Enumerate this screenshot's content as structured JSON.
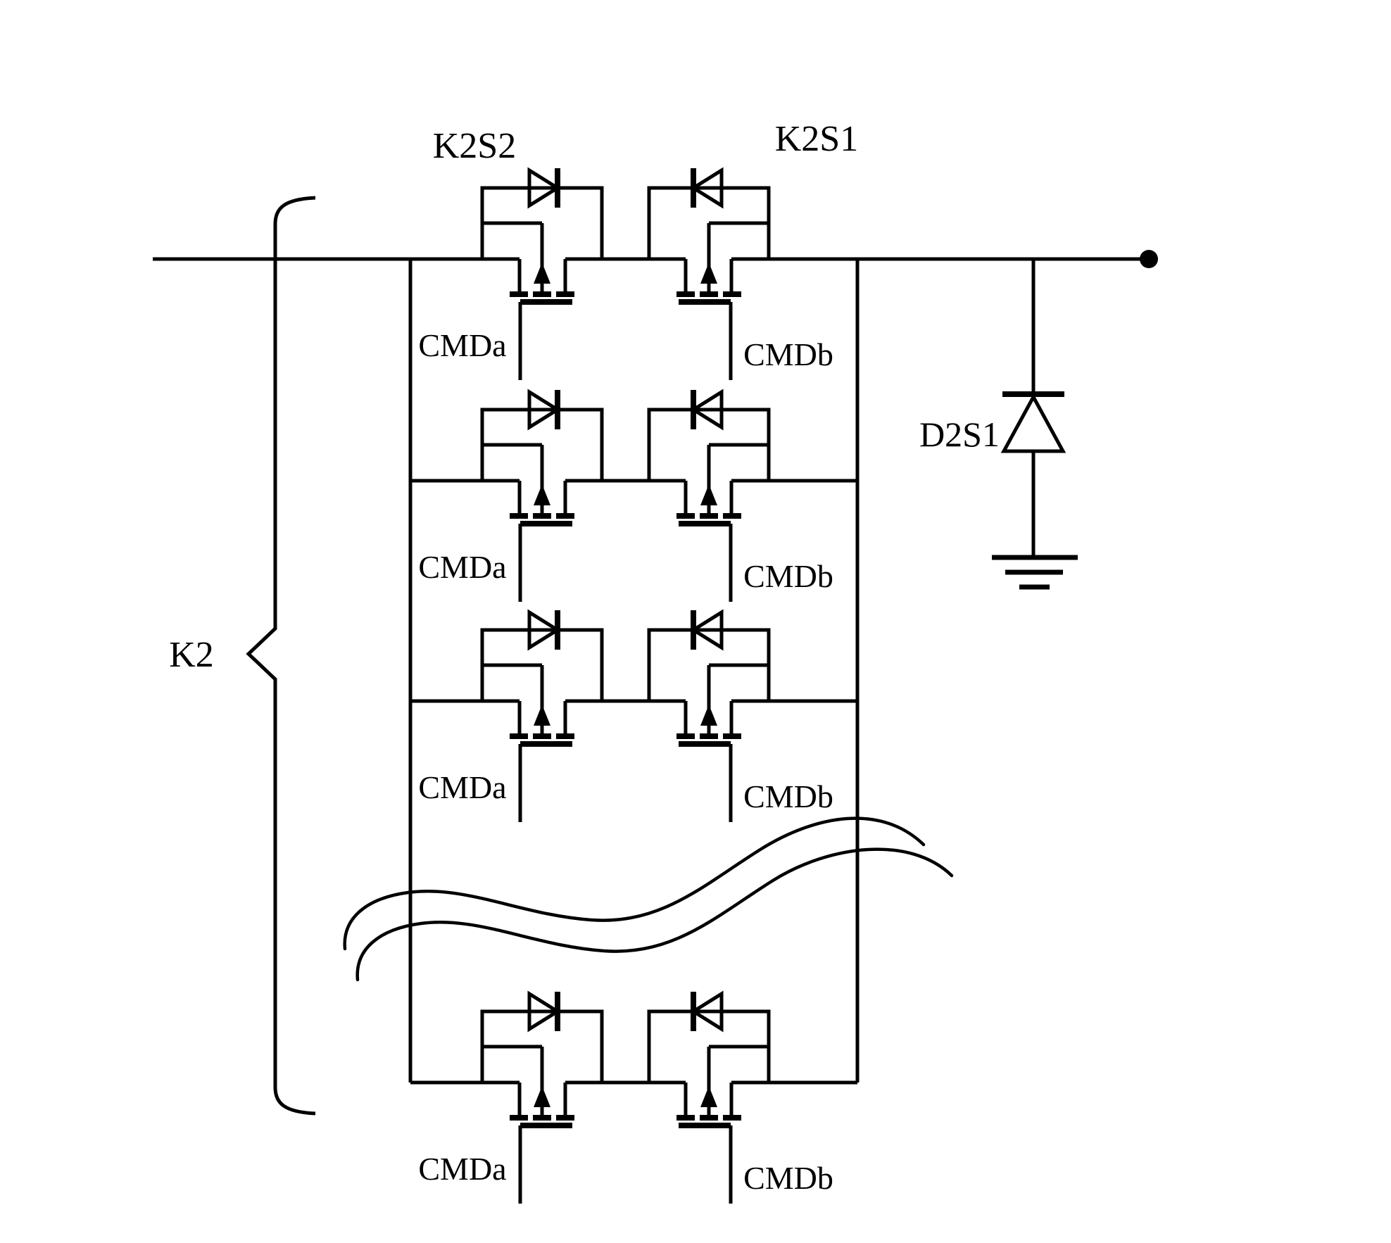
{
  "figure": {
    "kind": "circuit-schematic",
    "background_color": "#ffffff",
    "line_color": "#000000",
    "description": "Switch bank K2: four parallel rows of two series MOSFETs with body diodes, gate commands CMDa/CMDb, break marks before last row, clamp diode D2S1 to ground at output terminal"
  },
  "labels": {
    "group_brace": "K2",
    "switch_left": "K2S2",
    "switch_right": "K2S1",
    "clamp_diode": "D2S1"
  },
  "rows": [
    {
      "gate_a_label": "CMDa",
      "gate_b_label": "CMDb"
    },
    {
      "gate_a_label": "CMDa",
      "gate_b_label": "CMDb"
    },
    {
      "gate_a_label": "CMDa",
      "gate_b_label": "CMDb"
    },
    {
      "gate_a_label": "CMDa",
      "gate_b_label": "CMDb"
    }
  ],
  "symbols": {
    "mosfet_with_body_diode": "n-channel MOSFET, body arrow up, anti-parallel diode loop on top",
    "terminal_dot": "filled circle output terminal",
    "ground": "three-bar earth ground",
    "break_marks": "double S-curve continuation squiggles"
  }
}
